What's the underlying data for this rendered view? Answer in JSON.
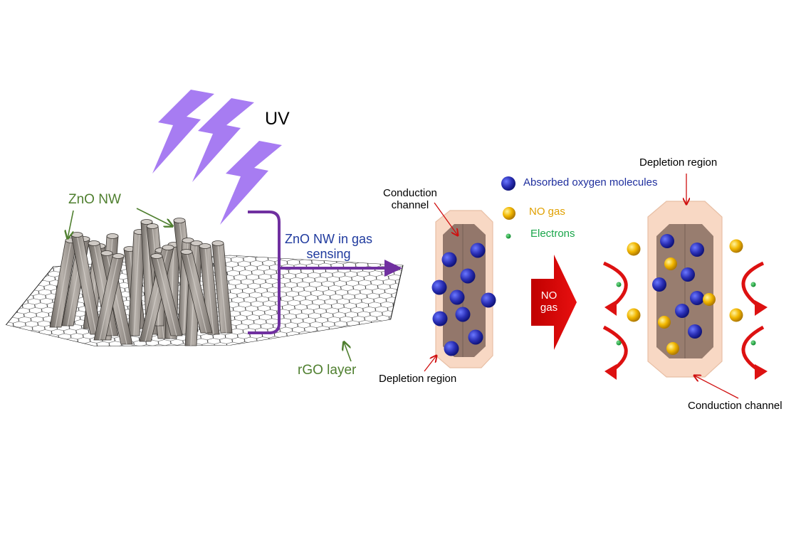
{
  "labels": {
    "uv": "UV",
    "zno_nw": "ZnO NW",
    "rgo_layer": "rGO layer",
    "sensing_line1": "ZnO NW in gas",
    "sensing_line2": "sensing",
    "conduction_channel_left_line1": "Conduction",
    "conduction_channel_left_line2": "channel",
    "depletion_region_left": "Depletion region",
    "depletion_region_right": "Depletion region",
    "conduction_channel_right": "Conduction channel",
    "no_gas_line1": "NO",
    "no_gas_line2": "gas"
  },
  "legend": {
    "oxygen": "Absorbed oxygen molecules",
    "no_gas": "NO gas",
    "electrons": "Electrons"
  },
  "colors": {
    "uv_bolt": "#a77cf2",
    "label_green": "#4f7f2f",
    "sensing_text": "#1f3a9e",
    "bracket_arrow": "#7030a0",
    "oxygen": "#1f2aa0",
    "no_gas": "#f0b400",
    "electron": "#18a040",
    "red_arrow": "#dd1111",
    "depletion": "#f8d8c4",
    "channel": "#8a6f63"
  }
}
